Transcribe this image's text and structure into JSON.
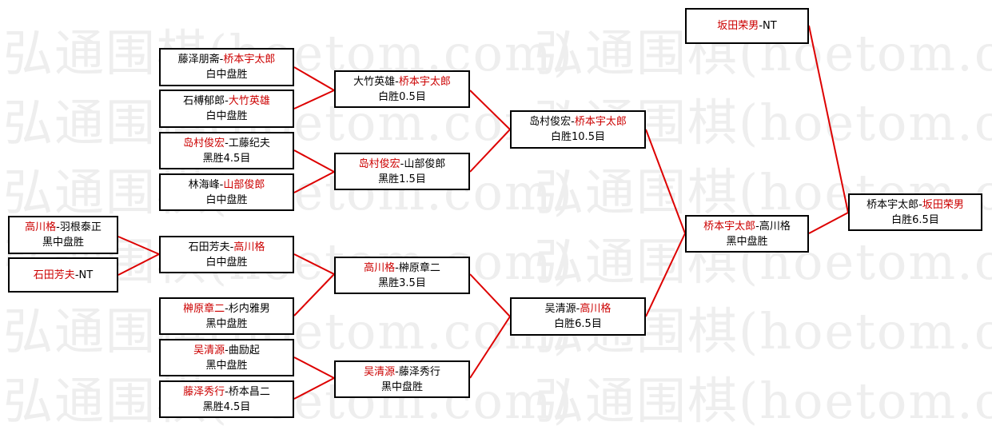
{
  "watermark": "弘通围棋(hoetom.com)",
  "colors": {
    "winner": "#cc0000",
    "connector": "#dd0000",
    "border": "#000000",
    "watermark": "#eeeeee"
  },
  "matches": [
    {
      "id": "r1a",
      "p1": "高川格",
      "p2": "羽根泰正",
      "winner": 1,
      "result": "黑中盘胜"
    },
    {
      "id": "r1b",
      "p1": "石田芳夫",
      "p2": "NT",
      "winner": 1,
      "result": ""
    },
    {
      "id": "r2a",
      "p1": "藤泽朋斋",
      "p2": "桥本宇太郎",
      "winner": 2,
      "result": "白中盘胜"
    },
    {
      "id": "r2b",
      "p1": "石榑郁郎",
      "p2": "大竹英雄",
      "winner": 2,
      "result": "白中盘胜"
    },
    {
      "id": "r2c",
      "p1": "岛村俊宏",
      "p2": "工藤纪夫",
      "winner": 1,
      "result": "黑胜4.5目"
    },
    {
      "id": "r2d",
      "p1": "林海峰",
      "p2": "山部俊郎",
      "winner": 2,
      "result": "白中盘胜"
    },
    {
      "id": "r2e",
      "p1": "石田芳夫",
      "p2": "高川格",
      "winner": 2,
      "result": "白中盘胜"
    },
    {
      "id": "r2f",
      "p1": "榊原章二",
      "p2": "杉内雅男",
      "winner": 1,
      "result": "黑中盘胜"
    },
    {
      "id": "r2g",
      "p1": "吴清源",
      "p2": "曲励起",
      "winner": 1,
      "result": "黑中盘胜"
    },
    {
      "id": "r2h",
      "p1": "藤泽秀行",
      "p2": "桥本昌二",
      "winner": 1,
      "result": "黑胜4.5目"
    },
    {
      "id": "r3a",
      "p1": "大竹英雄",
      "p2": "桥本宇太郎",
      "winner": 2,
      "result": "白胜0.5目"
    },
    {
      "id": "r3b",
      "p1": "岛村俊宏",
      "p2": "山部俊郎",
      "winner": 1,
      "result": "黑胜1.5目"
    },
    {
      "id": "r3c",
      "p1": "高川格",
      "p2": "榊原章二",
      "winner": 1,
      "result": "黑胜3.5目"
    },
    {
      "id": "r3d",
      "p1": "吴清源",
      "p2": "藤泽秀行",
      "winner": 1,
      "result": "黑中盘胜"
    },
    {
      "id": "r4a",
      "p1": "岛村俊宏",
      "p2": "桥本宇太郎",
      "winner": 2,
      "result": "白胜10.5目"
    },
    {
      "id": "r4b",
      "p1": "吴清源",
      "p2": "高川格",
      "winner": 2,
      "result": "白胜6.5目"
    },
    {
      "id": "r5",
      "p1": "桥本宇太郎",
      "p2": "高川格",
      "winner": 1,
      "result": "黑中盘胜"
    },
    {
      "id": "bye",
      "p1": "坂田荣男",
      "p2": "NT",
      "winner": 1,
      "result": ""
    },
    {
      "id": "final",
      "p1": "桥本宇太郎",
      "p2": "坂田荣男",
      "winner": 2,
      "result": "白胜6.5目"
    }
  ]
}
